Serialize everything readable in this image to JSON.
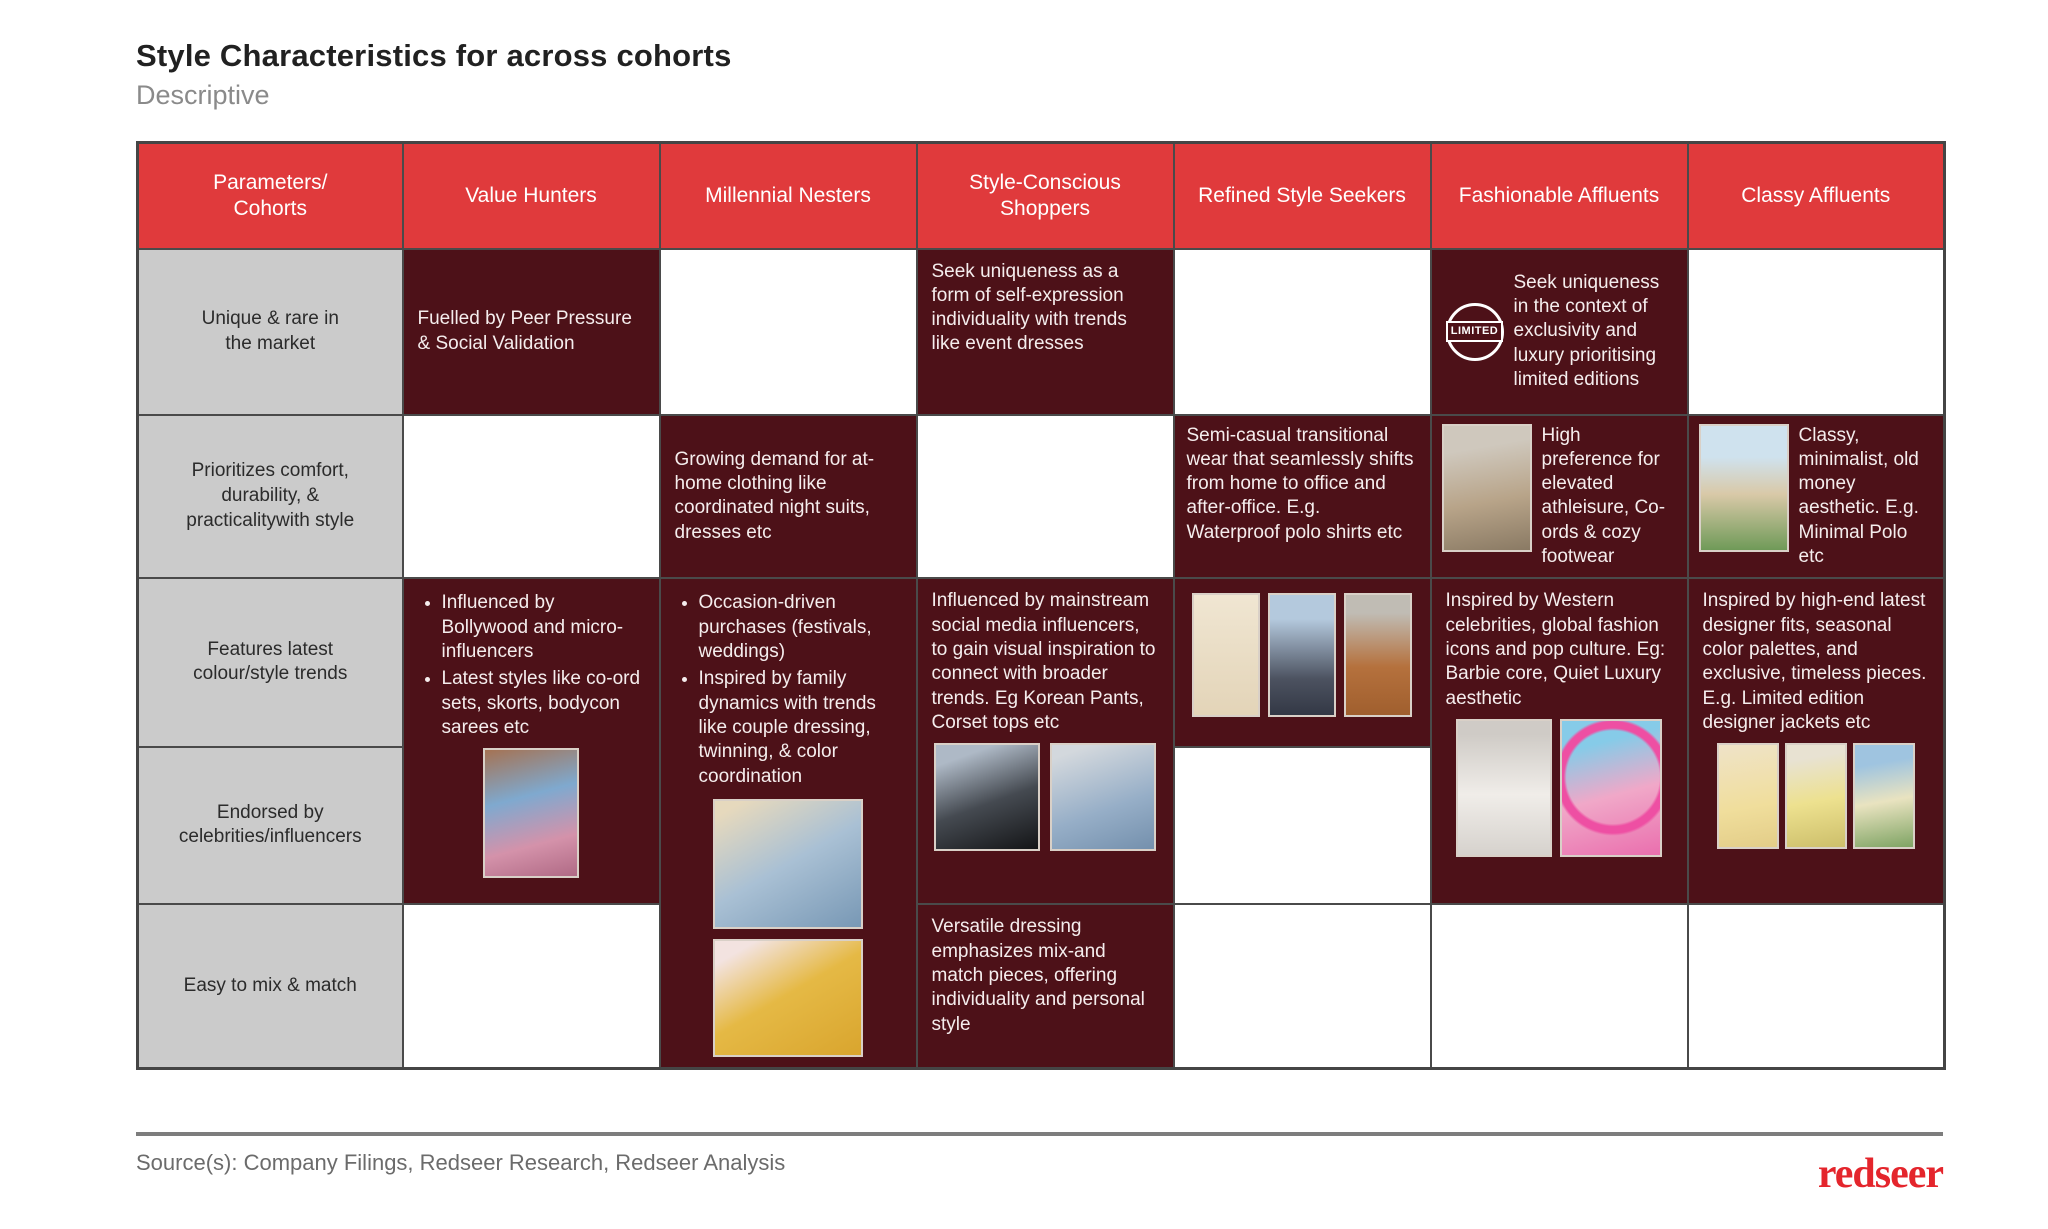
{
  "page": {
    "title": "Style Characteristics for across cohorts",
    "subtitle": "Descriptive",
    "source": "Source(s): Company Filings, Redseer Research, Redseer Analysis",
    "logo": "redseer"
  },
  "colors": {
    "header_red": "#E03A3C",
    "cell_maroon": "#4D1118",
    "label_gray": "#CBCBCB",
    "logo_red": "#E4252C"
  },
  "table": {
    "columns": [
      "Parameters/ Cohorts",
      "Value Hunters",
      "Millennial Nesters",
      "Style-Conscious Shoppers",
      "Refined Style Seekers",
      "Fashionable Affluents",
      "Classy Affluents"
    ],
    "row_labels": [
      "Unique & rare in the market",
      "Prioritizes comfort, durability, & practicalitywith style",
      "Features latest colour/style trends",
      "Endorsed by celebrities/influencers",
      "Easy to mix & match"
    ],
    "cells": {
      "unique": {
        "vh": "Fuelled by Peer Pressure & Social Validation",
        "scs": "Seek uniqueness as a form of self-expression individuality with trends like event dresses",
        "fa": "Seek uniqueness in the context of exclusivity and luxury prioritising limited editions",
        "fa_badge": "LIMITED"
      },
      "comfort": {
        "mn": "Growing demand for at-home clothing like coordinated night suits, dresses etc",
        "rss": "Semi-casual transitional wear that seamlessly shifts from home to office and after-office. E.g. Waterproof polo shirts etc",
        "fa": "High preference for elevated athleisure, Co-ords & cozy footwear",
        "fa_photo": "woman in athleisure co-ord with luggage",
        "ca": "Classy, minimalist, old money aesthetic. E.g. Minimal Polo etc",
        "ca_photo": "man in minimal beige polo, old money aesthetic"
      },
      "trends": {
        "vh_bullets": [
          "Influenced by Bollywood and micro-influencers",
          "Latest styles like co-ord sets, skorts, bodycon sarees etc"
        ],
        "vh_photo": "celebrity in pastel bodycon saree",
        "mn_bullets": [
          "Occasion-driven purchases (festivals, weddings)",
          "Inspired by family dynamics with trends like couple dressing, twinning, & color coordination"
        ],
        "mn_photos": [
          "couple in coordinated denim outfits",
          "family twinning in yellow outfits"
        ],
        "scs": "Influenced by mainstream social media influencers, to gain visual inspiration to connect with broader trends. Eg Korean Pants, Corset tops etc",
        "scs_photos": [
          "influencer in black statement outfit",
          "influencer in denim jacket"
        ],
        "rss_photos": [
          "woman in white semi-casual co-ord",
          "woman in blazer with black pants",
          "man in rust co-ord set"
        ],
        "fa": "Inspired by Western celebrities, global fashion icons and pop culture. Eg: Barbie core, Quiet Luxury aesthetic",
        "fa_photos": [
          "celebrity in white quiet-luxury dress",
          "Barbie core pink look highlighted with circle"
        ],
        "ca": "Inspired by high-end latest designer fits, seasonal color palettes, and exclusive, timeless pieces. E.g. Limited edition designer jackets etc",
        "ca_photos": [
          "designer pastel yellow look 1",
          "designer pastel yellow suit",
          "designer seasonal palette look"
        ]
      },
      "mix": {
        "scs": "Versatile dressing emphasizes mix-and match pieces, offering individuality and personal style"
      }
    }
  }
}
